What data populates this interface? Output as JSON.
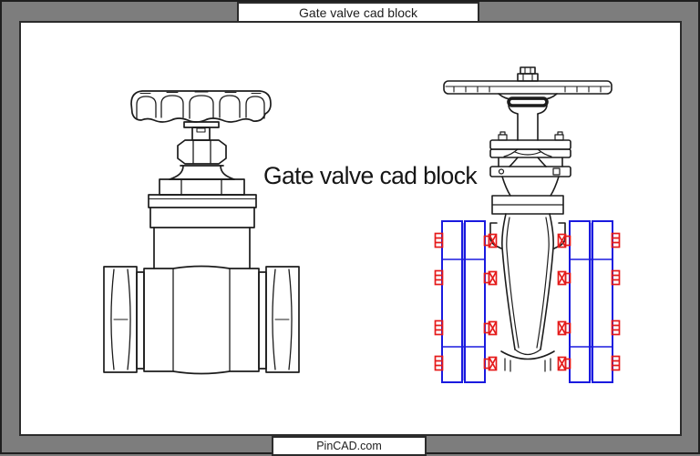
{
  "window": {
    "top_label": "Gate valve cad block",
    "footer_label": "PinCAD.com"
  },
  "drawing": {
    "caption": "Gate valve cad block",
    "figures": [
      {
        "name": "threaded-gate-valve-front-view"
      },
      {
        "name": "flanged-gate-valve-side-view"
      }
    ]
  },
  "colors": {
    "frame": "#7d7d7d",
    "paper": "#ffffff",
    "ink": "#1c1c1c",
    "flange": "#1a1adf",
    "bolt": "#e51a1a"
  }
}
